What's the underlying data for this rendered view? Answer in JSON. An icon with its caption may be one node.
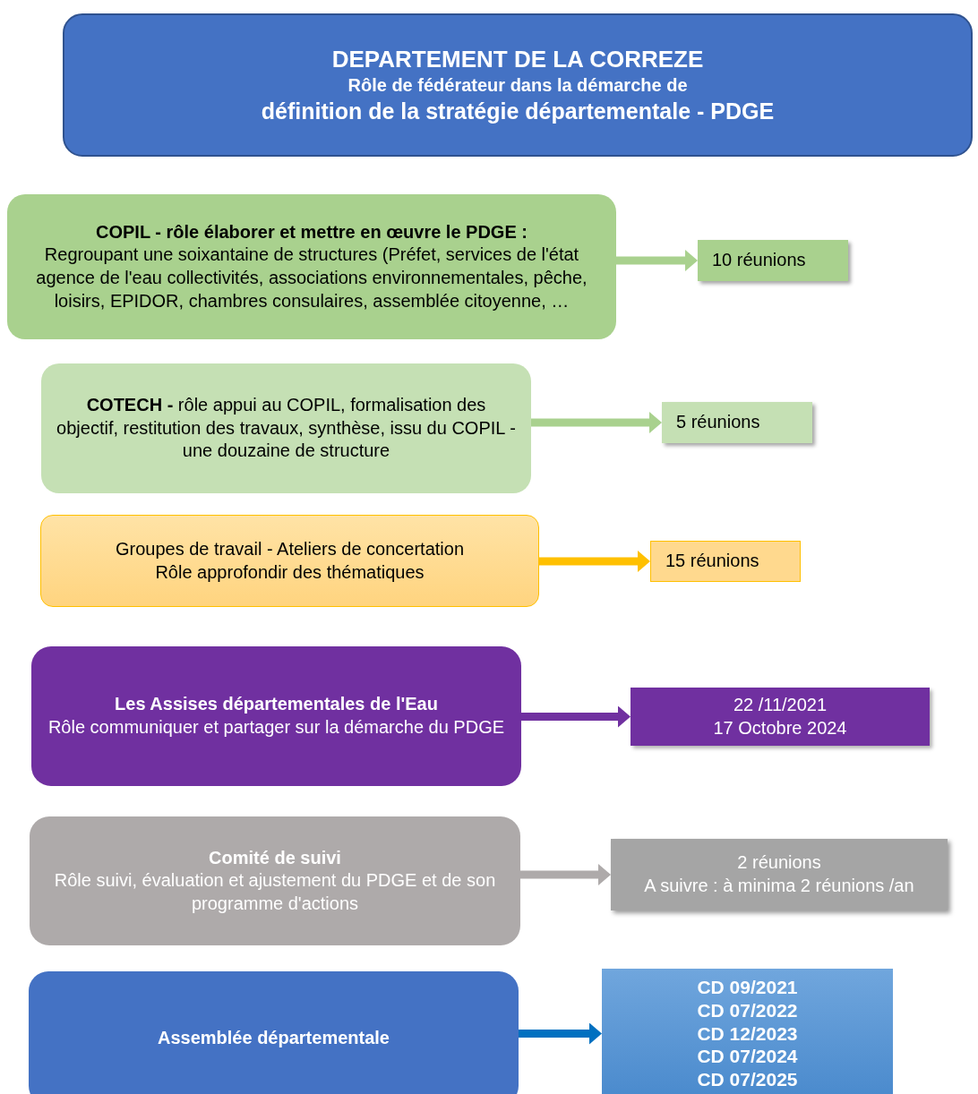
{
  "diagram": {
    "nodes": [
      {
        "text": [
          "DEPARTEMENT DE LA CORREZE",
          "Rôle de fédérateur dans la démarche de",
          "définition de la stratégie départementale - PDGE"
        ]
      },
      {
        "text": [
          "COPIL - rôle élaborer et mettre en œuvre le PDGE :",
          "Regroupant une soixantaine de structures (Préfet, services de l'état agence de l'eau collectivités, associations environnementales, pêche, loisirs, EPIDOR, chambres consulaires, assemblée citoyenne, …"
        ]
      },
      {
        "text": [
          "10 réunions"
        ]
      },
      {
        "text": [
          "**COTECH -** rôle appui au COPIL, formalisation des objectif, restitution des travaux, synthèse, issu du COPIL - une douzaine de structure"
        ]
      },
      {
        "text": [
          "5 réunions"
        ]
      },
      {
        "text": [
          "Groupes de travail - Ateliers de concertation",
          "Rôle approfondir des thématiques"
        ]
      },
      {
        "text": [
          "15 réunions"
        ]
      },
      {
        "text": [
          "Les Assises départementales de l'Eau",
          "Rôle communiquer et partager sur la démarche du PDGE"
        ]
      },
      {
        "text": [
          "22 /11/2021",
          "17 Octobre 2024"
        ]
      },
      {
        "text": [
          "Comité de suivi",
          "Rôle suivi, évaluation et ajustement du PDGE et de son programme d'actions"
        ]
      },
      {
        "text": [
          "2 réunions",
          "A suivre : à minima 2 réunions /an"
        ]
      },
      {
        "text": [
          "Assemblée départementale"
        ]
      },
      {
        "text": [
          "CD 09/2021",
          "CD 07/2022",
          "CD 12/2023",
          "CD 07/2024",
          "CD 07/2025"
        ]
      }
    ],
    "edges": [
      {
        "from": 1,
        "to": 2,
        "arrow": "to",
        "color": "#a9d18e"
      },
      {
        "from": 3,
        "to": 4,
        "arrow": "to",
        "color": "#a9d18e"
      },
      {
        "from": 5,
        "to": 6,
        "arrow": "to",
        "color": "#ffc000"
      },
      {
        "from": 7,
        "to": 8,
        "arrow": "to",
        "color": "#7030a0"
      },
      {
        "from": 9,
        "to": 10,
        "arrow": "to",
        "color": "#aeaaaa"
      },
      {
        "from": 11,
        "to": 12,
        "arrow": "to",
        "color": "#0070c0"
      }
    ]
  }
}
